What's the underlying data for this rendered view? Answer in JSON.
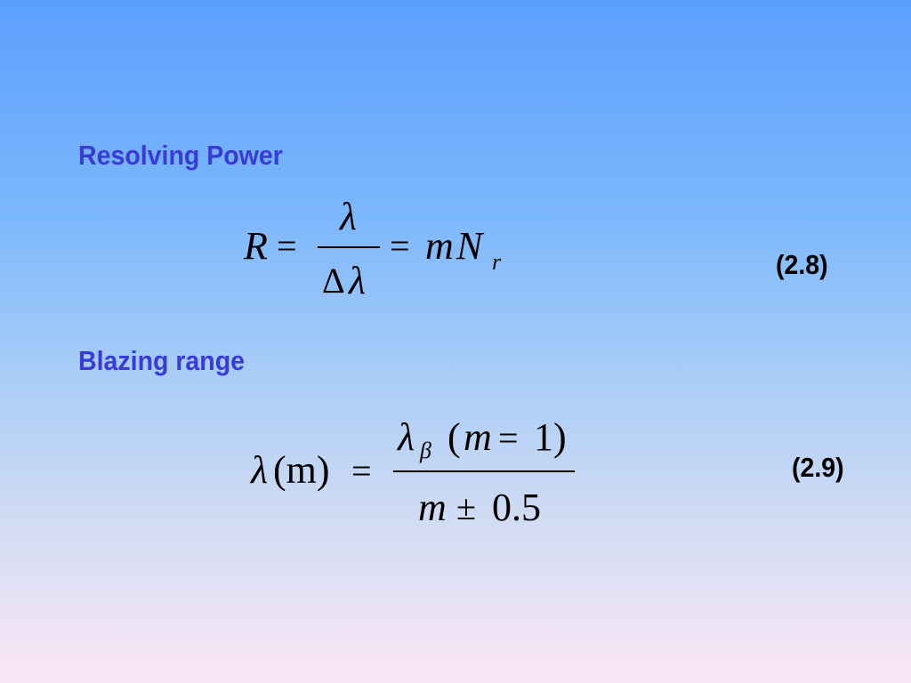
{
  "slide": {
    "sections": [
      {
        "heading": "Resolving Power",
        "equation_number": "(2.8)",
        "formula": {
          "lhs": "R",
          "eq": "=",
          "numerator": "λ",
          "denominator_delta": "Δ",
          "denominator_var": "λ",
          "eq2": "=",
          "rhs_m": "m",
          "rhs_N": "N",
          "rhs_sub": "r"
        }
      },
      {
        "heading": "Blazing range",
        "equation_number": "(2.9)",
        "formula": {
          "lhs_var": "λ",
          "lhs_arg": "(m)",
          "eq": "=",
          "num_lambda": "λ",
          "num_sub": "β",
          "num_open": "(",
          "num_m": "m",
          "num_eq": "=",
          "num_one": "1)",
          "den_m": "m",
          "den_pm": "±",
          "den_val": "0.5"
        }
      }
    ]
  }
}
